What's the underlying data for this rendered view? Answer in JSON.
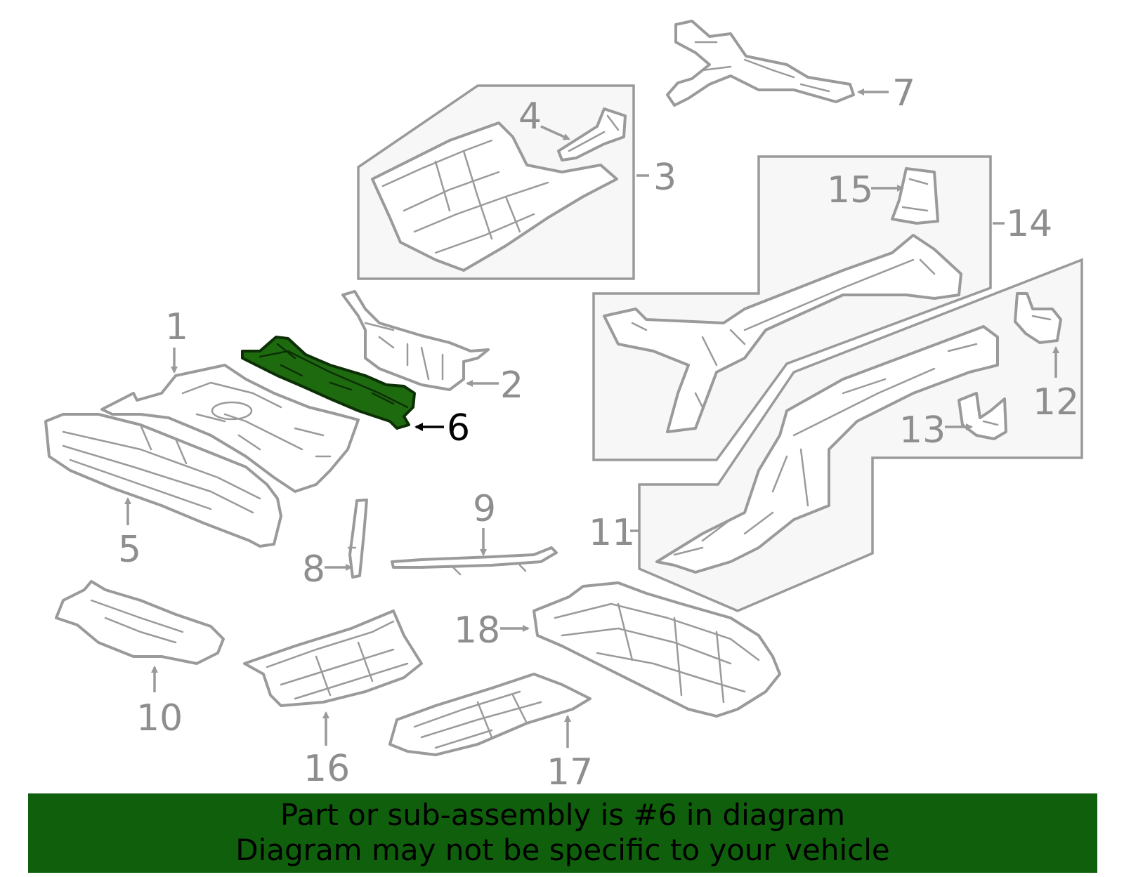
{
  "highlighted_part": "6",
  "callouts": {
    "c1": "1",
    "c2": "2",
    "c3": "3",
    "c4": "4",
    "c5": "5",
    "c6": "6",
    "c7": "7",
    "c8": "8",
    "c9": "9",
    "c10": "10",
    "c11": "11",
    "c12": "12",
    "c13": "13",
    "c14": "14",
    "c15": "15",
    "c16": "16",
    "c17": "17",
    "c18": "18"
  },
  "banner": {
    "line1": "Part or sub-assembly is #6 in diagram",
    "line2": "Diagram may not be specific to your vehicle"
  },
  "colors": {
    "banner_bg": "#0f5f0c",
    "highlight_part": "#1e6b0f",
    "line_art": "#9a9a9a"
  }
}
